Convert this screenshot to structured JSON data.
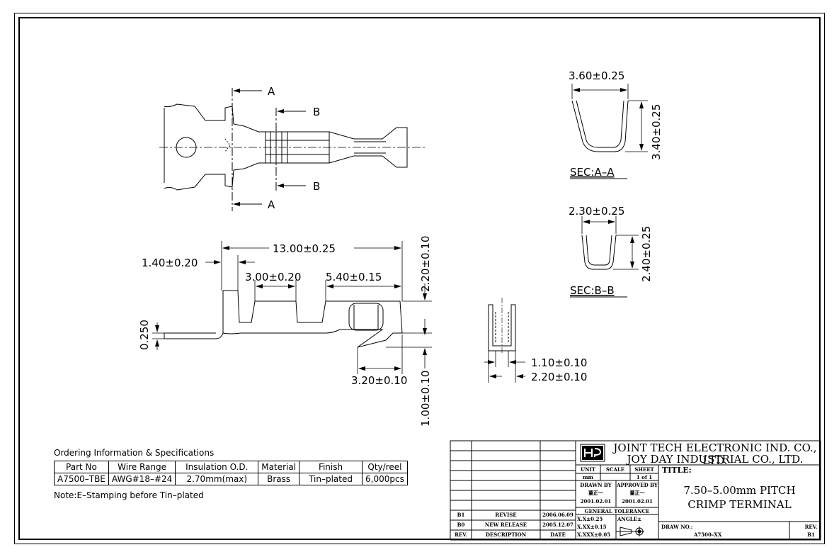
{
  "views": {
    "top": {
      "section_a_label": "A",
      "section_b_label": "B"
    },
    "side": {
      "dim_overall": "13.00±0.25",
      "dim_1": "1.40±0.20",
      "dim_2": "3.00±0.20",
      "dim_3": "5.40±0.15",
      "dim_height": "2.20±0.10",
      "dim_thickness": "0.250",
      "dim_tab": "3.20±0.10",
      "dim_drop": "1.00±0.10"
    },
    "sec_aa": {
      "label": "SEC:A–A",
      "width": "3.60±0.25",
      "height": "3.40±0.25"
    },
    "sec_bb": {
      "label": "SEC:B–B",
      "width": "2.30±0.25",
      "height": "2.40±0.25"
    },
    "front": {
      "dim_inner": "1.10±0.10",
      "dim_outer": "2.20±0.10"
    }
  },
  "ordering": {
    "title": "Ordering Information & Specifications",
    "headers": [
      "Part No",
      "Wire Range",
      "Insulation O.D.",
      "Material",
      "Finish",
      "Qty/reel"
    ],
    "rows": [
      [
        "A7500–TBE",
        "AWG#18–#24",
        "2.70mm(max)",
        "Brass",
        "Tin–plated",
        "6,000pcs"
      ]
    ],
    "note": "Note:E–Stamping before Tin–plated"
  },
  "title_block": {
    "company_1": "JOINT TECH ELECTRONIC IND. CO., LTD.",
    "company_2": "JOY DAY INDUSTRIAL CO., LTD.",
    "unit_label": "UNIT",
    "unit_value": "mm",
    "scale_label": "SCALE",
    "sheet_label": "SHEET",
    "sheet_value": "1 of 1",
    "title_label": "TITLE:",
    "title_line_1": "7.50–5.00mm PITCH",
    "title_line_2": "CRIMP TERMINAL",
    "drawn_by_label": "DRAWN BY",
    "drawn_by": "董正一",
    "drawn_date": "2001.02.01",
    "approved_by_label": "APPROVED BY",
    "approved_by": "董正一",
    "approved_date": "2001.02.01",
    "tolerance_label": "GENERAL TOLERANCE",
    "tol_1": "X.X±0.25",
    "tol_2": "X.XX±0.15",
    "tol_3": "X.XXX±0.05",
    "angle_label": "ANGLE±",
    "drawing_no_label": "DRAW NO.:",
    "drawing_no": "A7500–XX",
    "rev_label": "REV.",
    "rev_value": "B1",
    "revisions": [
      {
        "rev": "B1",
        "desc": "REVISE",
        "date": "2006.06.09"
      },
      {
        "rev": "B0",
        "desc": "NEW RELEASE",
        "date": "2005.12.07"
      }
    ],
    "rev_col": "REV.",
    "desc_col": "DESCRIPTION",
    "date_col": "DATE"
  }
}
